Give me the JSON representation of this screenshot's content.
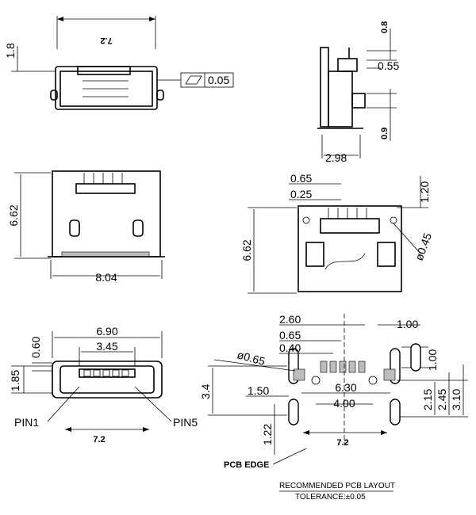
{
  "top_view": {
    "width_label": "7.2",
    "height_label": "1.8",
    "flatness_symbol": "▱",
    "flatness_value": "0.05"
  },
  "side_view": {
    "dim_top": "0.8",
    "dim_mid": "0.55",
    "dim_bottom": "0.9",
    "dim_width": "2.98"
  },
  "front_view": {
    "height_label": "6.62",
    "width_label": "8.04"
  },
  "bottom_view": {
    "dim_065": "0.65",
    "dim_025": "0.25",
    "dim_120": "1.20",
    "dim_045": "ø0.45",
    "height_label": "6.62"
  },
  "end_view": {
    "dim_690": "6.90",
    "dim_345": "3.45",
    "dim_060": "0.60",
    "dim_185": "1.85",
    "pin1": "PIN1",
    "pin5": "PIN5",
    "width_label": "7.2"
  },
  "pcb_layout": {
    "dim_260": "2.60",
    "dim_065": "0.65",
    "dim_040": "0.40",
    "dim_100_top": "1.00",
    "dim_100_right": "1.00",
    "dim_065_hole": "ø0.65",
    "dim_34": "3.4",
    "dim_150": "1.50",
    "dim_630": "6.30",
    "dim_400": "4.00",
    "dim_215": "2.15",
    "dim_245": "2.45",
    "dim_310": "3.10",
    "dim_122": "1.22",
    "dim_72": "7.2",
    "pcb_edge": "PCB EDGE",
    "title": "RECOMMENDED  PCB  LAYOUT",
    "tolerance": "TOLERANCE:±0.05"
  }
}
